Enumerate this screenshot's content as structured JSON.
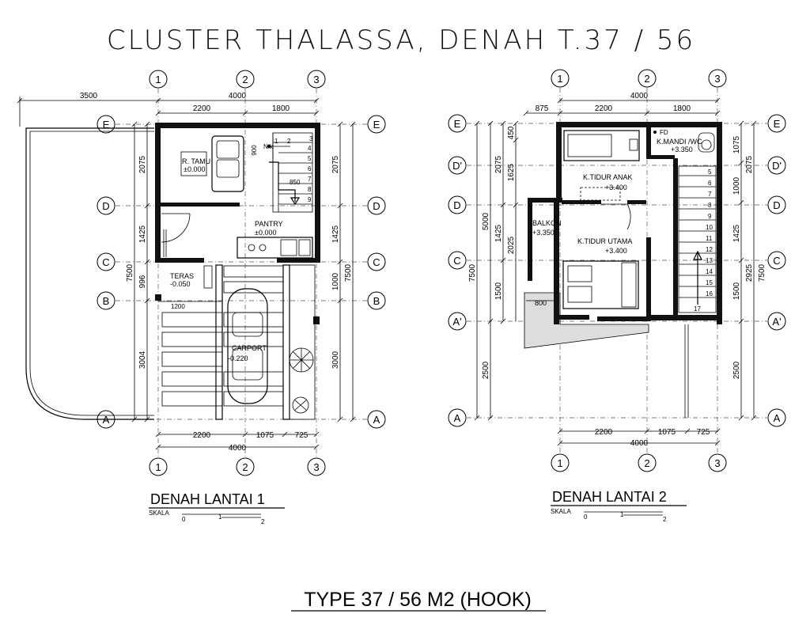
{
  "title": "CLUSTER THALASSA, DENAH T.37 / 56",
  "main_caption": "TYPE 37 / 56 M2 (HOOK)",
  "plan1": {
    "caption": "DENAH LANTAI 1",
    "scale_label": "SKALA",
    "scale_ticks": [
      "0",
      "1",
      "2"
    ],
    "grid_cols": [
      "1",
      "2",
      "3"
    ],
    "grid_rows": [
      "E",
      "D",
      "C",
      "B",
      "A"
    ],
    "dims_top_overall": "4000",
    "dims_top_left": "3500",
    "dims_top": [
      "2200",
      "1800"
    ],
    "dims_bottom": [
      "2200",
      "1075",
      "725"
    ],
    "dims_bottom_overall": "4000",
    "dims_left": [
      "2075",
      "1425",
      "996",
      "3004"
    ],
    "dims_left_overall": "7500",
    "dims_right": [
      "2075",
      "1425",
      "1000",
      "3000"
    ],
    "dims_right_overall": "7500",
    "rooms": {
      "tamu_name": "R. TAMU",
      "tamu_level": "±0.000",
      "pantry_name": "PANTRY",
      "pantry_level": "±0.000",
      "teras_name": "TERAS",
      "teras_level": "-0.050",
      "carport_name": "CARPORT",
      "carport_level": "-0.220"
    },
    "notes": {
      "stair_width": "900",
      "stair_up": "NIk",
      "stair_len": "850",
      "teras_width": "1200"
    },
    "stair_steps": [
      "1",
      "2",
      "3",
      "4",
      "5",
      "6",
      "7",
      "8",
      "9"
    ]
  },
  "plan2": {
    "caption": "DENAH LANTAI 2",
    "scale_label": "SKALA",
    "scale_ticks": [
      "0",
      "1",
      "2"
    ],
    "grid_cols": [
      "1",
      "2",
      "3"
    ],
    "grid_rows": [
      "E",
      "D'",
      "D",
      "C",
      "A'",
      "A"
    ],
    "dims_top_overall": "4000",
    "dims_top": [
      "875",
      "2200",
      "1800"
    ],
    "dims_bottom": [
      "2200",
      "1075",
      "725"
    ],
    "dims_bottom_overall": "4000",
    "dims_left_outer": [
      "5000",
      "2500"
    ],
    "dims_left_overall": "7500",
    "dims_left_inner": [
      "450",
      "2075",
      "1625",
      "1425",
      "2025",
      "1500"
    ],
    "dims_right": [
      "1075",
      "1000",
      "1425",
      "1500",
      "2500"
    ],
    "dims_right_mid": [
      "2075",
      "2925"
    ],
    "dims_right_overall": "7500",
    "rooms": {
      "kmandi_name": "K.MANDI /WC",
      "kmandi_level": "+3.350",
      "anak_name": "K.TIDUR ANAK",
      "anak_level": "+3.400",
      "utama_name": "K.TIDUR UTAMA",
      "utama_level": "+3.400",
      "balkon_name": "BALKON",
      "balkon_level": "+3.350"
    },
    "notes": {
      "balkon_width": "800",
      "fd": "FD"
    },
    "stair_steps": [
      "5",
      "6",
      "7",
      "8",
      "9",
      "10",
      "11",
      "12",
      "13",
      "14",
      "15",
      "16",
      "17"
    ]
  }
}
